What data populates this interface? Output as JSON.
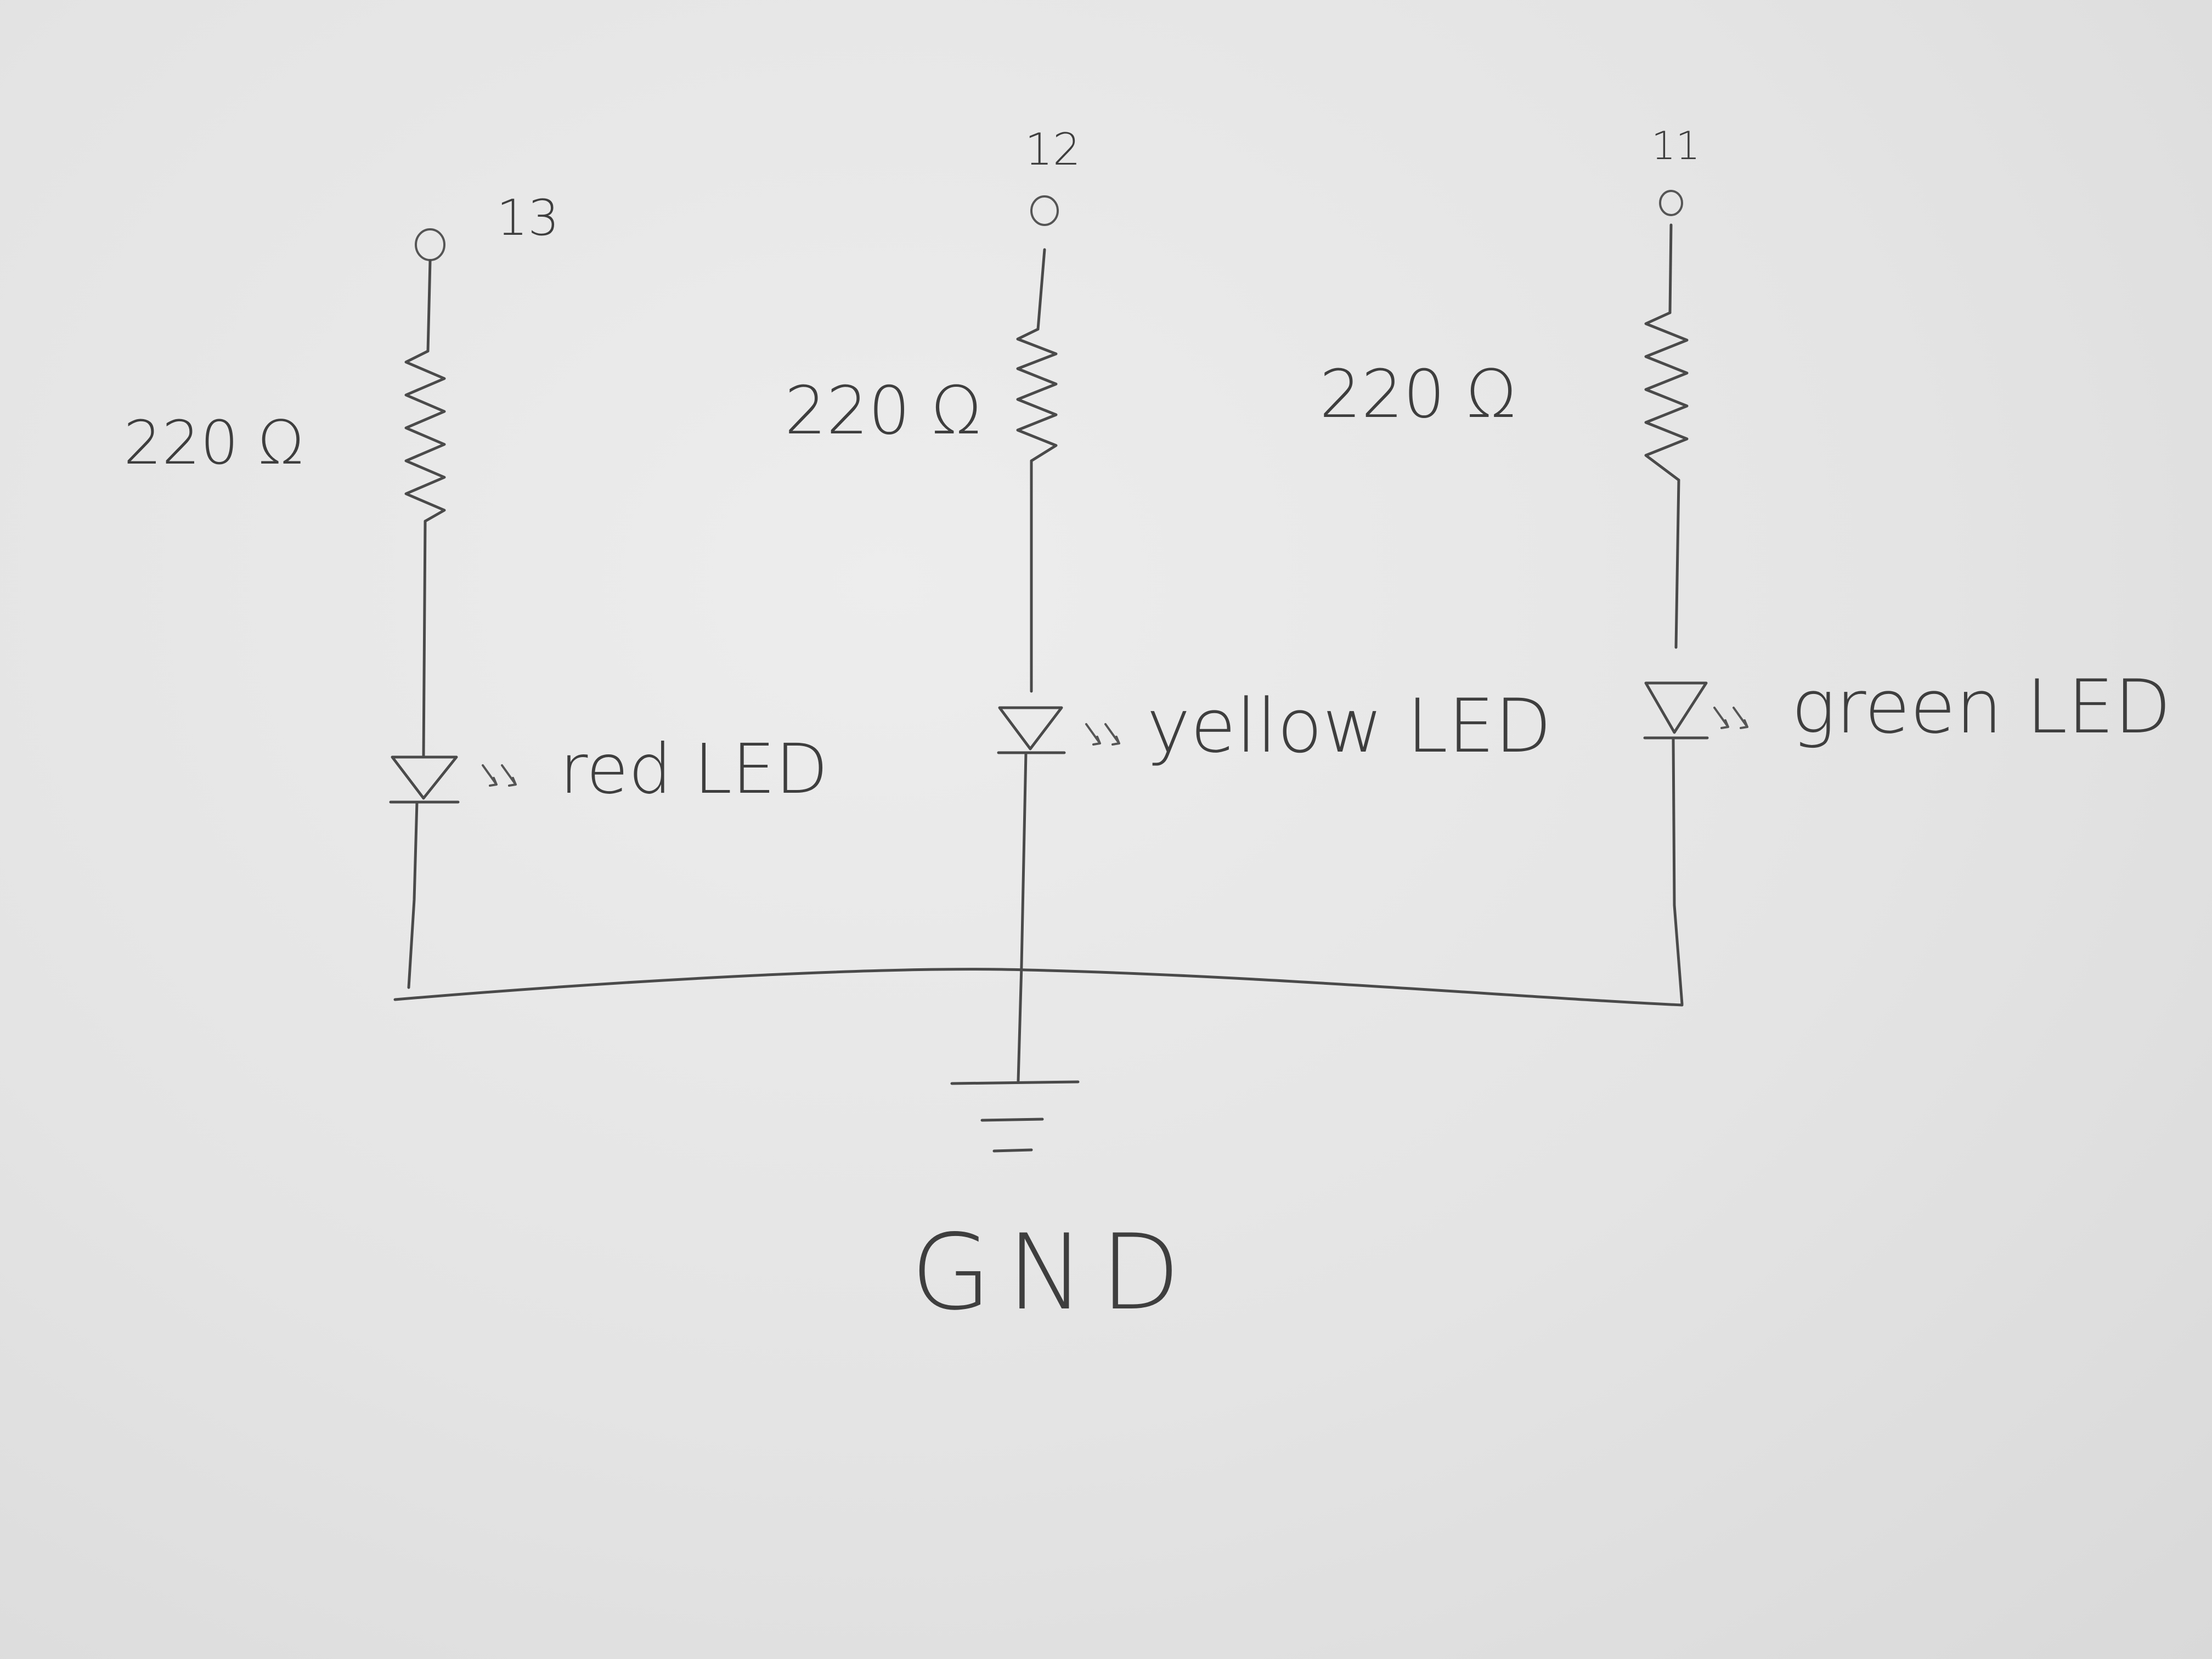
{
  "diagram": {
    "branches": [
      {
        "pin": "13",
        "resistor": "220 Ω",
        "led": "red LED"
      },
      {
        "pin": "12",
        "resistor": "220 Ω",
        "led": "yellow LED"
      },
      {
        "pin": "11",
        "resistor": "220 Ω",
        "led": "green LED"
      }
    ],
    "ground_label": "GND"
  },
  "colors": {
    "paper": "#e6e6e6",
    "ink": "#4a4a4a"
  }
}
